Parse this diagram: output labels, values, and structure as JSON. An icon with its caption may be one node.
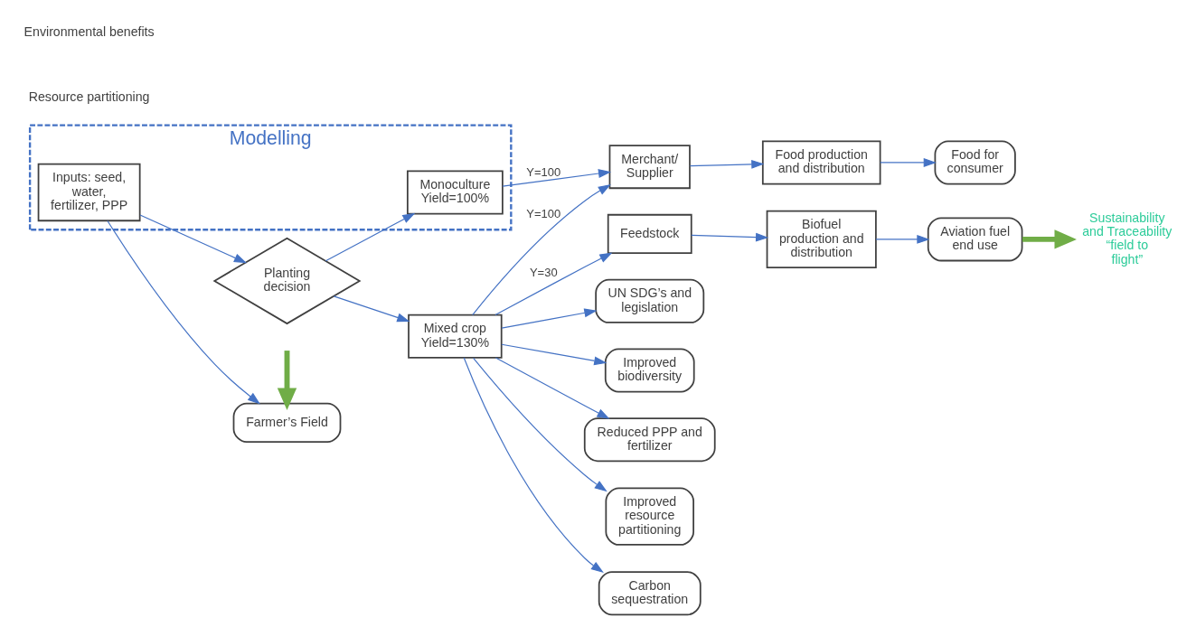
{
  "diagram": {
    "nodes": [
      {
        "text": [
          "Modelling"
        ]
      },
      {
        "text": [
          "Inputs: seed, water, fertilizer, PPP"
        ],
        "in": 0
      },
      {
        "text": [
          "Monoculture Yield=100%"
        ],
        "in": 0
      },
      {
        "text": [
          "Planting decision"
        ]
      },
      {
        "text": [
          "Farmer’s Field"
        ]
      },
      {
        "text": [
          "Mixed crop Yield=130%"
        ]
      },
      {
        "text": [
          "Merchant/ Supplier"
        ]
      },
      {
        "text": [
          "Food production and distribution"
        ]
      },
      {
        "text": [
          "Food for consumer"
        ]
      },
      {
        "text": [
          "Feedstock"
        ]
      },
      {
        "text": [
          "Biofuel production and distribution"
        ]
      },
      {
        "text": [
          "Aviation fuel end use"
        ]
      },
      {
        "text": [
          "Sustainability and Traceability “field to flight”"
        ]
      },
      {
        "text": [
          "UN SDG’s and legislation"
        ]
      },
      {
        "text": [
          "Improved biodiversity"
        ]
      },
      {
        "text": [
          "Reduced PPP and fertilizer"
        ]
      },
      {
        "text": [
          "Improved resource partitioning"
        ]
      },
      {
        "text": [
          "Carbon sequestration"
        ]
      }
    ],
    "edges": [
      {
        "from": 1,
        "to": 3,
        "arrow": "to"
      },
      {
        "from": 1,
        "to": 4,
        "arrow": "to"
      },
      {
        "from": 3,
        "to": 2,
        "arrow": "to"
      },
      {
        "from": 3,
        "to": 5,
        "arrow": "to"
      },
      {
        "from": 2,
        "to": 6,
        "arrow": "to",
        "label": "Y=100"
      },
      {
        "from": 5,
        "to": 6,
        "arrow": "to",
        "label": "Y=100"
      },
      {
        "from": 5,
        "to": 9,
        "arrow": "to",
        "label": "Y=30"
      },
      {
        "from": 6,
        "to": 7,
        "arrow": "to"
      },
      {
        "from": 7,
        "to": 8,
        "arrow": "to"
      },
      {
        "from": 9,
        "to": 10,
        "arrow": "to"
      },
      {
        "from": 10,
        "to": 11,
        "arrow": "to"
      },
      {
        "from": 5,
        "to": 13,
        "arrow": "to"
      },
      {
        "from": 5,
        "to": 14,
        "arrow": "to"
      },
      {
        "from": 5,
        "to": 15,
        "arrow": "to"
      },
      {
        "from": 5,
        "to": 16,
        "arrow": "to"
      },
      {
        "from": 5,
        "to": 17,
        "arrow": "to"
      },
      {
        "from": 11,
        "to": 12,
        "arrow": "to",
        "style": "thick",
        "color": "#70ad47"
      },
      {
        "from": null,
        "to": 4,
        "arrow": "to",
        "style": "thick",
        "color": "#70ad47"
      }
    ],
    "labels": [
      "Resource partitioning",
      "Environmental benefits"
    ]
  }
}
